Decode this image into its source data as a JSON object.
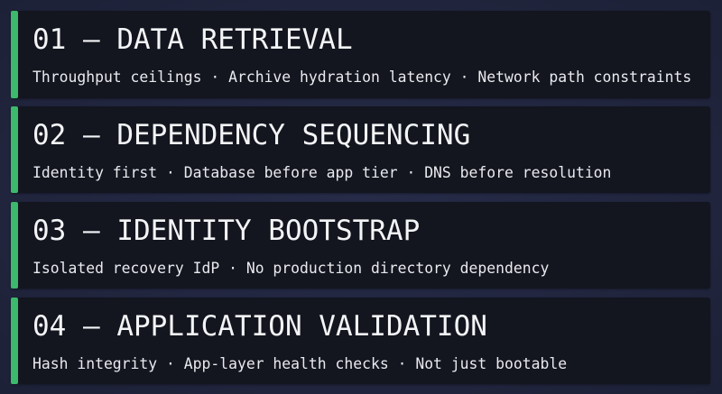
{
  "colors": {
    "background": "#222641",
    "card": "#13151f",
    "accent": "#3cb96c",
    "title_text": "#f3f4f6",
    "subtitle_text": "#e9eaee"
  },
  "steps": [
    {
      "number": "01",
      "title": "01 — DATA RETRIEVAL",
      "subtitle": "Throughput ceilings · Archive hydration latency · Network path constraints",
      "points": [
        "Throughput ceilings",
        "Archive hydration latency",
        "Network path constraints"
      ]
    },
    {
      "number": "02",
      "title": "02 — DEPENDENCY SEQUENCING",
      "subtitle": "Identity first · Database before app tier · DNS before resolution",
      "points": [
        "Identity first",
        "Database before app tier",
        "DNS before resolution"
      ]
    },
    {
      "number": "03",
      "title": "03 — IDENTITY BOOTSTRAP",
      "subtitle": "Isolated recovery IdP · No production directory dependency",
      "points": [
        "Isolated recovery IdP",
        "No production directory dependency"
      ]
    },
    {
      "number": "04",
      "title": "04 — APPLICATION VALIDATION",
      "subtitle": "Hash integrity · App-layer health checks · Not just bootable",
      "points": [
        "Hash integrity",
        "App-layer health checks",
        "Not just bootable"
      ]
    }
  ]
}
